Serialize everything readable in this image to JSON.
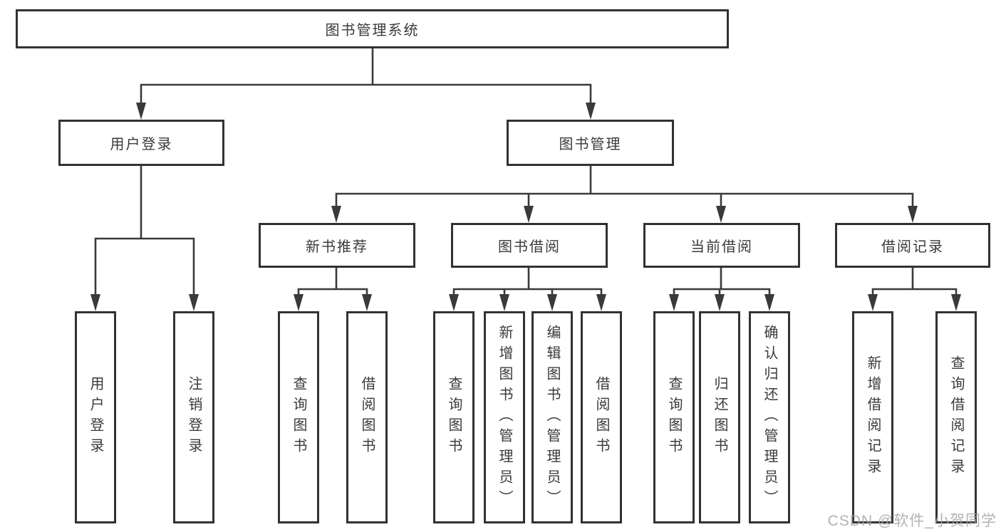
{
  "nodes": {
    "root": "图书管理系统",
    "user_login": "用户登录",
    "book_mgmt": "图书管理",
    "new_book_rec": "新书推荐",
    "book_borrow": "图书借阅",
    "current_borrow": "当前借阅",
    "borrow_records": "借阅记录",
    "ul_user_login": "用户登录",
    "ul_logout": "注销登录",
    "nbr_query_books": "查询图书",
    "nbr_borrow_books": "借阅图书",
    "bb_query_books": "查询图书",
    "bb_add_books": "新增图书（管理员）",
    "bb_edit_books": "编辑图书（管理员）",
    "bb_borrow_books": "借阅图书",
    "cb_query_books": "查询图书",
    "cb_return_books": "归还图书",
    "cb_confirm_return": "确认归还（管理员）",
    "br_add_record": "新增借阅记录",
    "br_query_record": "查询借阅记录"
  },
  "watermark": {
    "text": "CSDN @软件_小贺同学"
  },
  "colors": {
    "line": "#3a3a3a",
    "border": "#323232",
    "watermark": "#a4a4a4"
  }
}
